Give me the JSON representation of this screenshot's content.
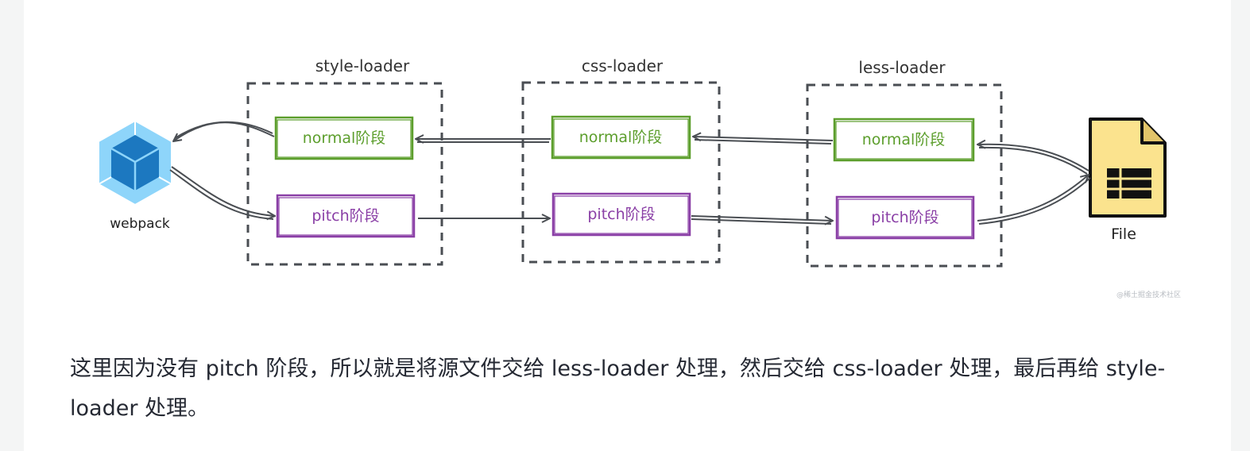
{
  "diagram": {
    "loaders": [
      {
        "name": "style-loader",
        "normal": "normal阶段",
        "pitch": "pitch阶段"
      },
      {
        "name": "css-loader",
        "normal": "normal阶段",
        "pitch": "pitch阶段"
      },
      {
        "name": "less-loader",
        "normal": "normal阶段",
        "pitch": "pitch阶段"
      }
    ],
    "webpack_label": "webpack",
    "file_label": "File",
    "watermark": "@稀土掘金技术社区",
    "colors": {
      "normal": "#5c9e2c",
      "pitch": "#8a3fa6",
      "box": "#4a4e53",
      "arrow": "#4a4e53",
      "file_fill": "#fbe38e",
      "webpack_light": "#8ed5fa",
      "webpack_dark": "#1c78c0"
    }
  },
  "caption": "这里因为没有 pitch 阶段，所以就是将源文件交给 less-loader 处理，然后交给 css-loader 处理，最后再给 style-loader 处理。"
}
